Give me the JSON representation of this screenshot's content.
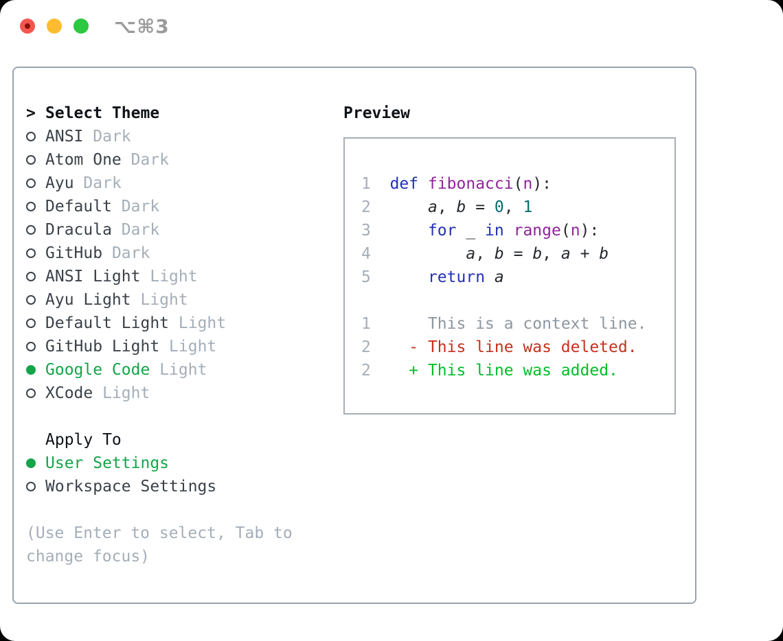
{
  "colors": {
    "accent_green": "#15a449",
    "list_ink": "#3a4149",
    "header_ink": "#101418",
    "muted": "#a4aeb8",
    "panel_border": "#9aa3ad",
    "preview_border": "#a7aeb6",
    "title_gray": "#9b9b9b",
    "traffic_red": "#f4564e",
    "traffic_red_dot": "#8c1007",
    "traffic_yellow": "#fdbc2f",
    "traffic_green": "#2bc840",
    "code_plain": "#24282d",
    "code_keyword": "#2230b4",
    "code_function": "#8f249b",
    "code_number": "#0a6b6d",
    "diff_context": "#8d97a1",
    "diff_deleted": "#c5301e",
    "diff_added": "#00be29"
  },
  "titlebar": {
    "title": "⌥⌘3"
  },
  "theme_menu": {
    "cursor": ">",
    "header": "Select Theme",
    "items": [
      {
        "name": "ANSI",
        "badge": "Dark",
        "selected": false
      },
      {
        "name": "Atom One",
        "badge": "Dark",
        "selected": false
      },
      {
        "name": "Ayu",
        "badge": "Dark",
        "selected": false
      },
      {
        "name": "Default",
        "badge": "Dark",
        "selected": false
      },
      {
        "name": "Dracula",
        "badge": "Dark",
        "selected": false
      },
      {
        "name": "GitHub",
        "badge": "Dark",
        "selected": false
      },
      {
        "name": "ANSI Light",
        "badge": "Light",
        "selected": false
      },
      {
        "name": "Ayu Light",
        "badge": "Light",
        "selected": false
      },
      {
        "name": "Default Light",
        "badge": "Light",
        "selected": false
      },
      {
        "name": "GitHub Light",
        "badge": "Light",
        "selected": false
      },
      {
        "name": "Google Code",
        "badge": "Light",
        "selected": true
      },
      {
        "name": "XCode",
        "badge": "Light",
        "selected": false
      }
    ]
  },
  "apply_to": {
    "header": "Apply To",
    "options": [
      {
        "name": "User Settings",
        "selected": true
      },
      {
        "name": "Workspace Settings",
        "selected": false
      }
    ]
  },
  "help_lines": [
    "(Use Enter to select, Tab to",
    "change focus)"
  ],
  "preview": {
    "label": "Preview",
    "lines": [
      [
        {
          "t": "1",
          "k": "ln"
        },
        {
          "t": "  ",
          "k": "pl"
        },
        {
          "t": "def",
          "k": "kw"
        },
        {
          "t": " ",
          "k": "pl"
        },
        {
          "t": "fibonacci",
          "k": "fn"
        },
        {
          "t": "(",
          "k": "pl"
        },
        {
          "t": "n",
          "k": "fn"
        },
        {
          "t": "):",
          "k": "pl"
        }
      ],
      [
        {
          "t": "2",
          "k": "ln"
        },
        {
          "t": "      ",
          "k": "pl"
        },
        {
          "t": "a",
          "k": "var"
        },
        {
          "t": ", ",
          "k": "pl"
        },
        {
          "t": "b",
          "k": "var"
        },
        {
          "t": " = ",
          "k": "pl"
        },
        {
          "t": "0",
          "k": "nu"
        },
        {
          "t": ", ",
          "k": "pl"
        },
        {
          "t": "1",
          "k": "nu"
        }
      ],
      [
        {
          "t": "3",
          "k": "ln"
        },
        {
          "t": "      ",
          "k": "pl"
        },
        {
          "t": "for",
          "k": "kw"
        },
        {
          "t": " _ ",
          "k": "pl"
        },
        {
          "t": "in",
          "k": "kw"
        },
        {
          "t": " ",
          "k": "pl"
        },
        {
          "t": "range",
          "k": "fn"
        },
        {
          "t": "(",
          "k": "pl"
        },
        {
          "t": "n",
          "k": "fn"
        },
        {
          "t": "):",
          "k": "pl"
        }
      ],
      [
        {
          "t": "4",
          "k": "ln"
        },
        {
          "t": "          ",
          "k": "pl"
        },
        {
          "t": "a",
          "k": "var"
        },
        {
          "t": ", ",
          "k": "pl"
        },
        {
          "t": "b",
          "k": "var"
        },
        {
          "t": " = ",
          "k": "pl"
        },
        {
          "t": "b",
          "k": "var"
        },
        {
          "t": ", ",
          "k": "pl"
        },
        {
          "t": "a",
          "k": "var"
        },
        {
          "t": " + ",
          "k": "pl"
        },
        {
          "t": "b",
          "k": "var"
        }
      ],
      [
        {
          "t": "5",
          "k": "ln"
        },
        {
          "t": "      ",
          "k": "pl"
        },
        {
          "t": "return",
          "k": "kw"
        },
        {
          "t": " ",
          "k": "pl"
        },
        {
          "t": "a",
          "k": "var"
        }
      ],
      [],
      [
        {
          "t": "1",
          "k": "ln"
        },
        {
          "t": "      ",
          "k": "pl"
        },
        {
          "t": "This is a context line.",
          "k": "ctx"
        }
      ],
      [
        {
          "t": "2",
          "k": "ln"
        },
        {
          "t": "    ",
          "k": "pl"
        },
        {
          "t": "- This line was deleted.",
          "k": "del"
        }
      ],
      [
        {
          "t": "2",
          "k": "ln"
        },
        {
          "t": "    ",
          "k": "pl"
        },
        {
          "t": "+ This line was added.",
          "k": "add"
        }
      ]
    ]
  }
}
